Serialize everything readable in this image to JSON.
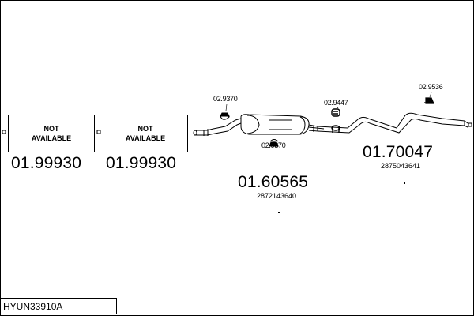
{
  "unavailable_parts": [
    {
      "line1": "NOT",
      "line2": "AVAILABLE",
      "part_no": "01.99930"
    },
    {
      "line1": "NOT",
      "line2": "AVAILABLE",
      "part_no": "01.99930"
    }
  ],
  "middle_silencer": {
    "part_no": "01.60565",
    "oe_no": "2872143640"
  },
  "rear_silencer": {
    "part_no": "01.70047",
    "oe_no": "2875043641"
  },
  "mounting_parts": {
    "front_rubber": "02.9370",
    "lower_rubber": "02.9370",
    "center_rubber": "02.9447",
    "rear_rubber": "02.9536"
  },
  "reference": "HYUN33910A"
}
